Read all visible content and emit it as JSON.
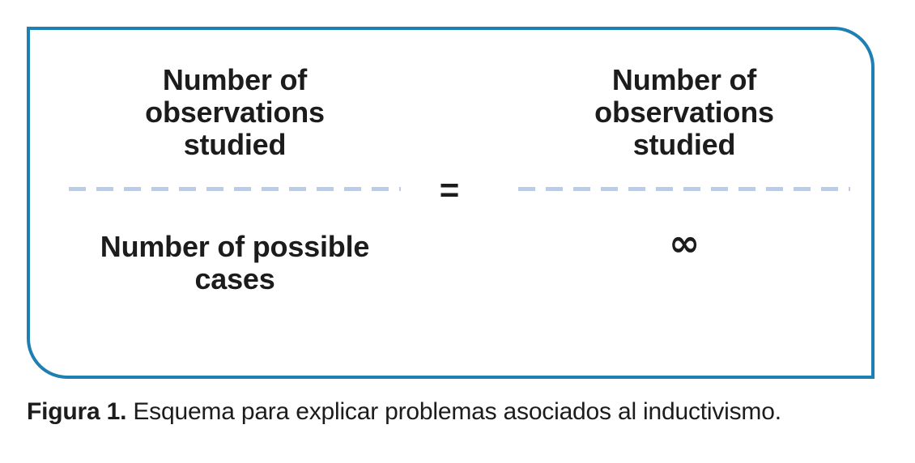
{
  "figure": {
    "left_fraction": {
      "numerator": "Number of\nobservations\nstudied",
      "denominator": "Number of possible\ncases"
    },
    "equals": "=",
    "right_fraction": {
      "numerator": "Number of\nobservations\nstudied",
      "denominator": "∞"
    },
    "colors": {
      "border-color": "#1e7fb2",
      "dash-color": "#b8cde9",
      "text-color": "#1c1c1c"
    }
  },
  "caption": {
    "label": "Figura 1.",
    "text": " Esquema para explicar problemas asociados al inductivismo."
  }
}
